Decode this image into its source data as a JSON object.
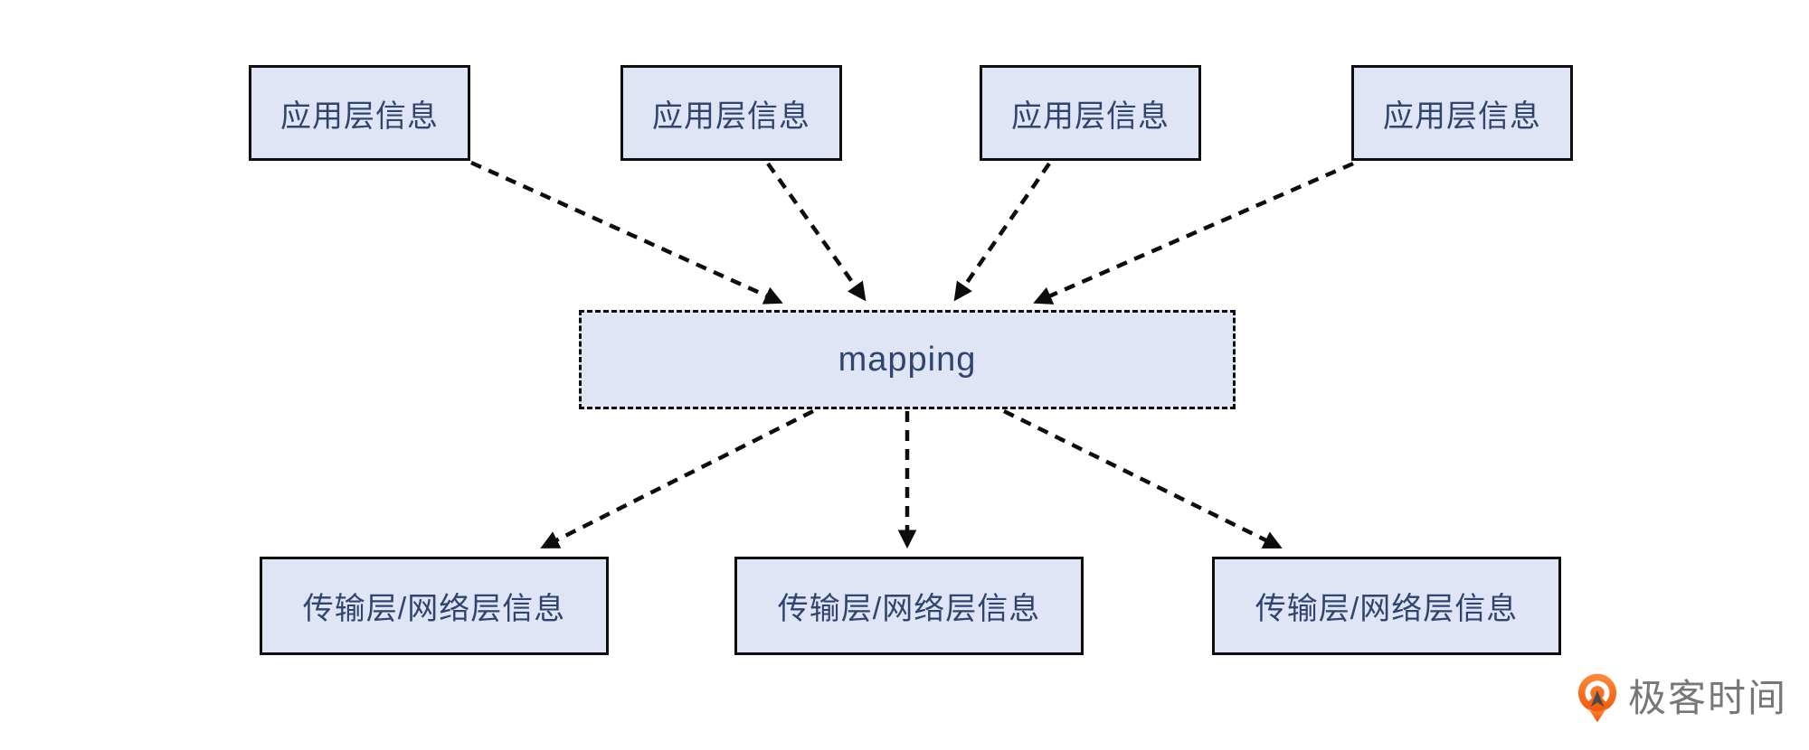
{
  "diagram": {
    "top_row": {
      "boxes": [
        {
          "label": "应用层信息"
        },
        {
          "label": "应用层信息"
        },
        {
          "label": "应用层信息"
        },
        {
          "label": "应用层信息"
        }
      ]
    },
    "mapping": {
      "label": "mapping"
    },
    "bottom_row": {
      "boxes": [
        {
          "label": "传输层/网络层信息"
        },
        {
          "label": "传输层/网络层信息"
        },
        {
          "label": "传输层/网络层信息"
        }
      ]
    },
    "style": {
      "box_fill": "#dfe5f4",
      "box_border": "#0e0e0e",
      "box_text_color": "#2f4570",
      "arrow_color": "#0d0d0d",
      "background": "#ffffff"
    }
  },
  "branding": {
    "name": "极客时间",
    "icon": "geektime-logo-icon",
    "icon_color_top": "#ff8a3c",
    "icon_color_bottom": "#f1580a",
    "text_color": "#777777"
  }
}
